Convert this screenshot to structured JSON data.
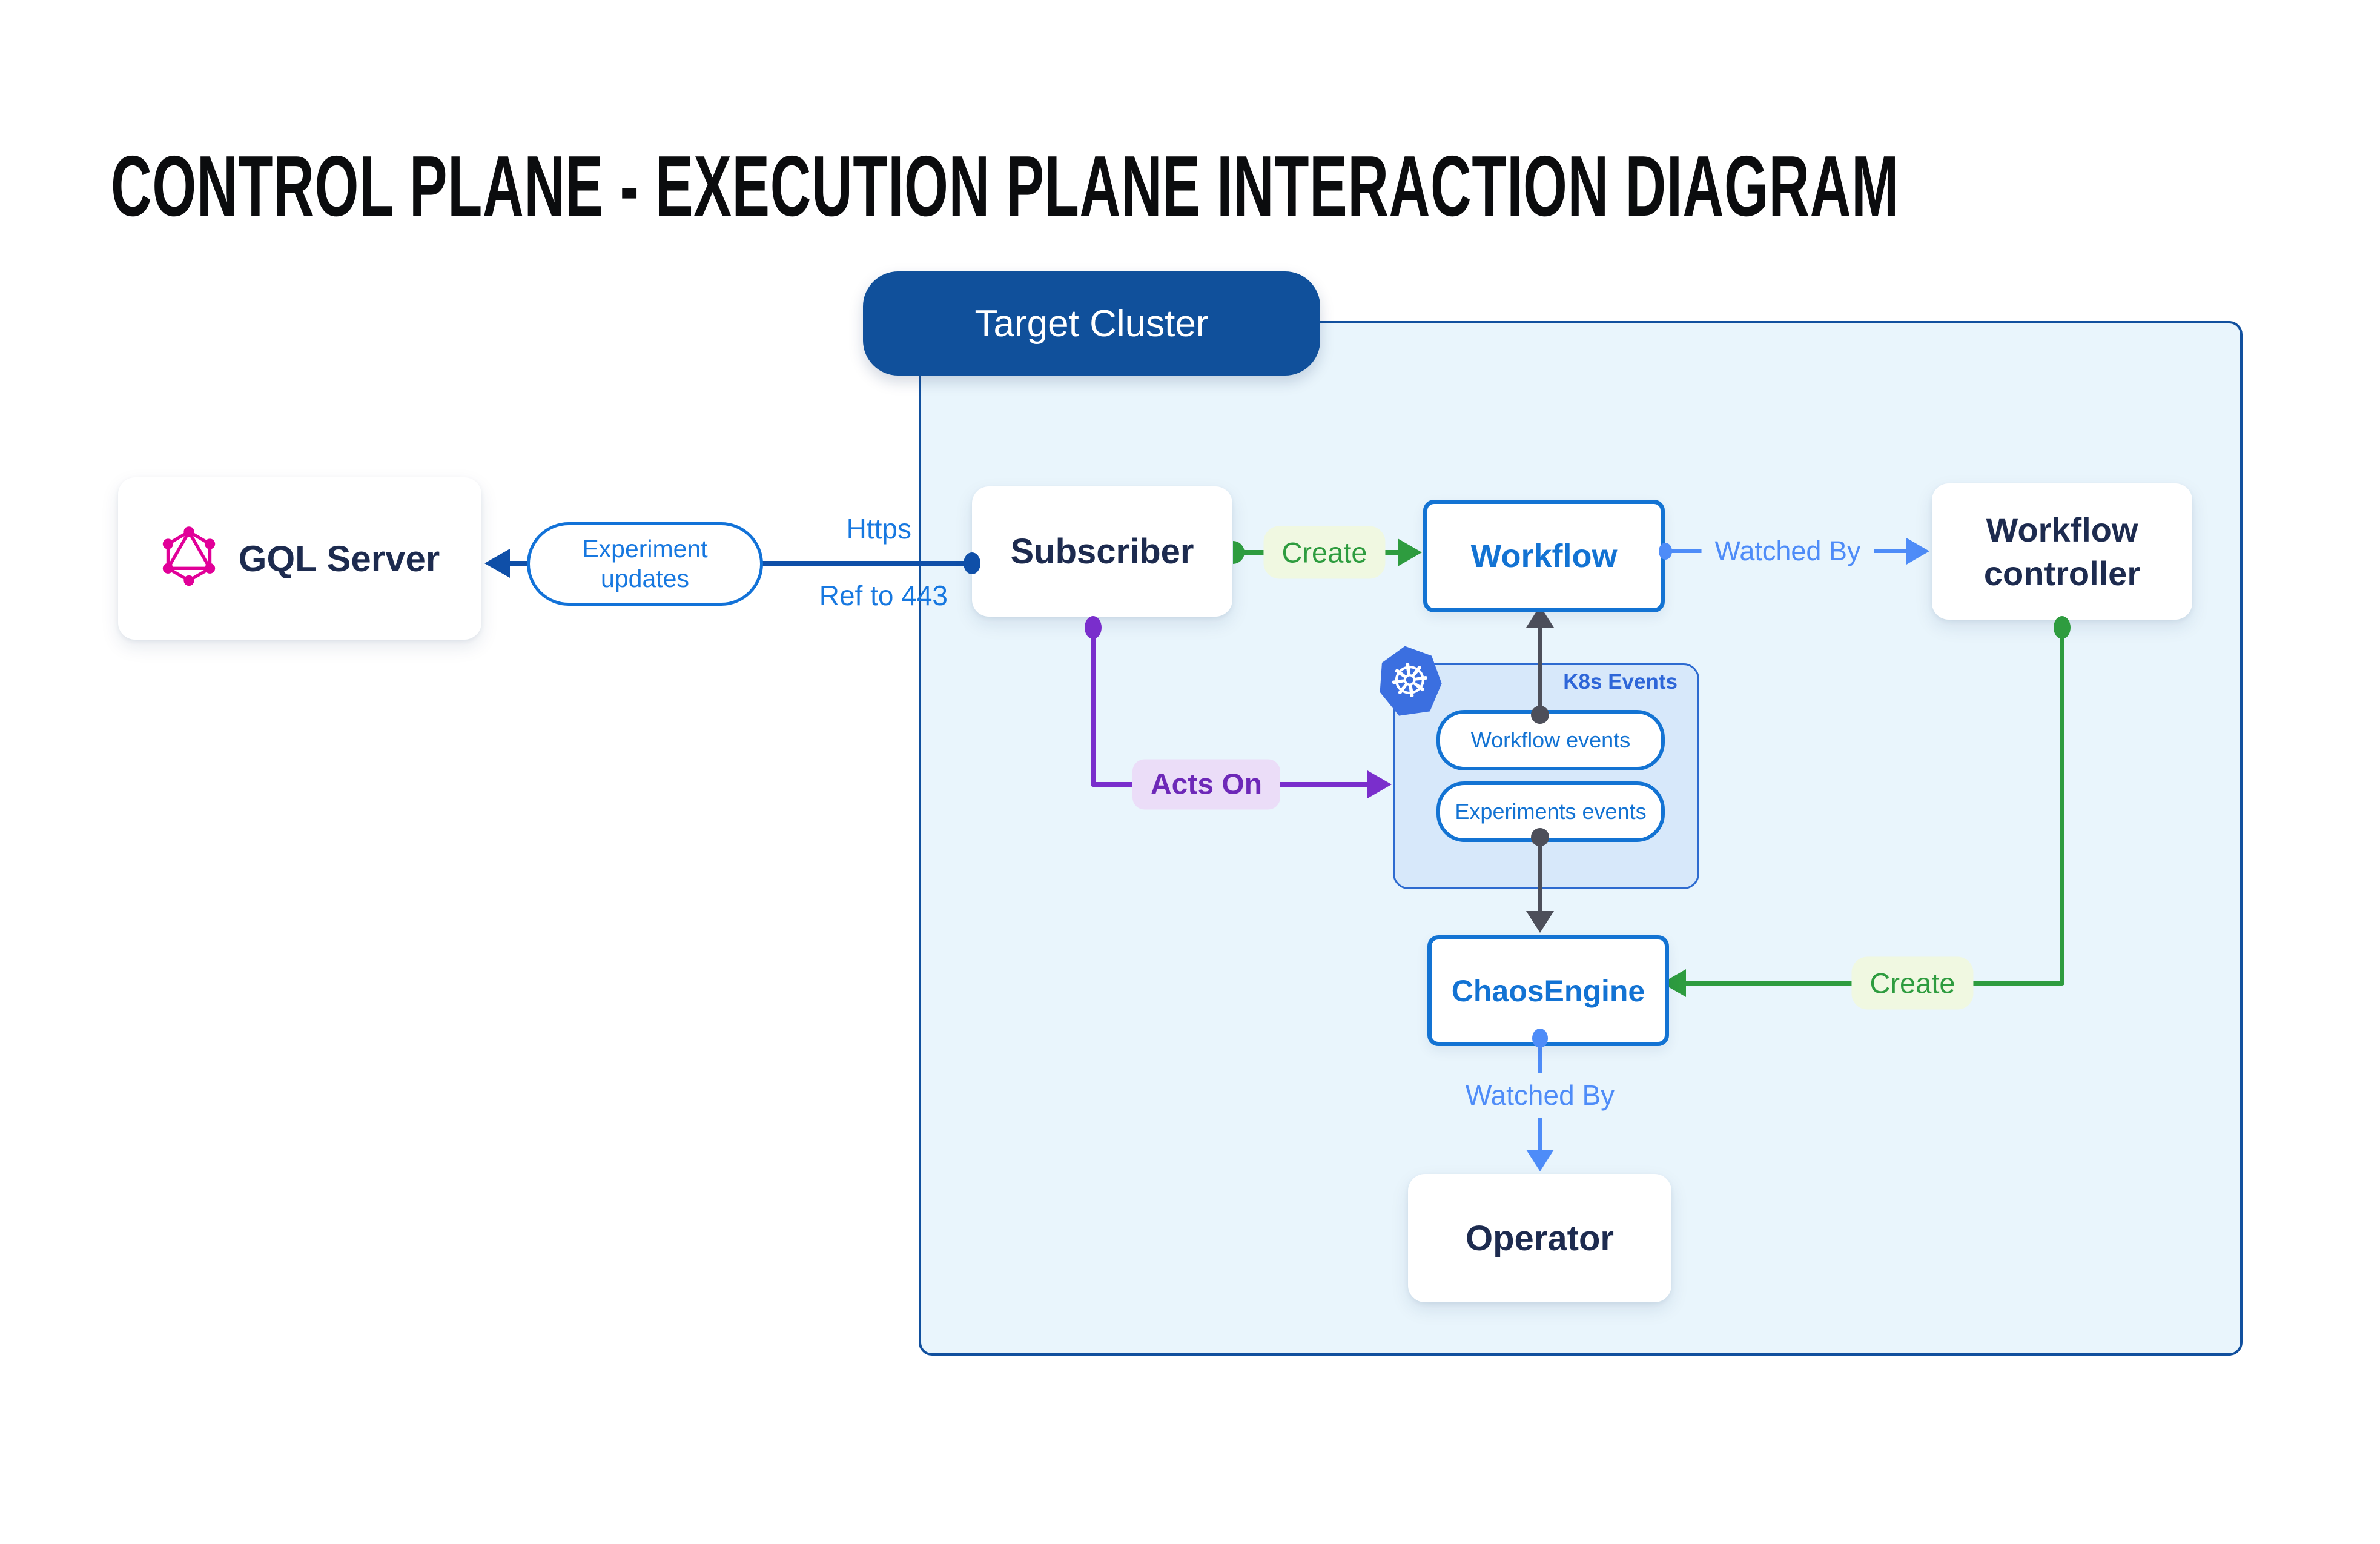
{
  "title": "CONTROL PLANE - EXECUTION PLANE INTERACTION DIAGRAM",
  "cluster": {
    "label": "Target Cluster"
  },
  "nodes": {
    "gql_server": {
      "label": "GQL Server"
    },
    "subscriber": {
      "label": "Subscriber"
    },
    "workflow": {
      "label": "Workflow"
    },
    "workflow_controller": {
      "label": "Workflow controller"
    },
    "chaos_engine": {
      "label": "ChaosEngine"
    },
    "operator": {
      "label": "Operator"
    }
  },
  "k8s_events": {
    "label": "K8s Events",
    "items": [
      {
        "label": "Workflow events"
      },
      {
        "label": "Experiments events"
      }
    ]
  },
  "edges": {
    "experiment_updates": {
      "label": "Experiment updates"
    },
    "https": {
      "label": "Https"
    },
    "ref_to_443": {
      "label": "Ref to 443"
    },
    "create_workflow": {
      "label": "Create"
    },
    "watched_by_controller": {
      "label": "Watched By"
    },
    "acts_on": {
      "label": "Acts On"
    },
    "create_chaos_engine": {
      "label": "Create"
    },
    "watched_by_operator": {
      "label": "Watched By"
    }
  },
  "icons": {
    "graphql": "graphql-icon",
    "kubernetes": "kubernetes-icon",
    "kubernetes_glyph": "☸"
  },
  "colors": {
    "canvas_bg": "#FFFFFF",
    "title_text": "#0B0C0E",
    "cluster_fill": "#E9F5FC",
    "cluster_border": "#11509E",
    "cluster_pill_fill": "#10509B",
    "node_text_dark": "#1D2B4F",
    "node_blue": "#1373D3",
    "link_dark_blue": "#0F4FA8",
    "link_light_blue": "#4E8CF8",
    "link_green": "#2E9C3F",
    "green_label_bg": "#F0F8E1",
    "link_purple": "#7A2ECC",
    "purple_label_bg": "#EBDDF8",
    "link_gray": "#4D4F5A",
    "k8s_group_fill": "#D7E8FA",
    "k8s_group_border": "#2E6BD0",
    "graphql_pink": "#E10098",
    "kubernetes_blue": "#3B6FE0"
  }
}
